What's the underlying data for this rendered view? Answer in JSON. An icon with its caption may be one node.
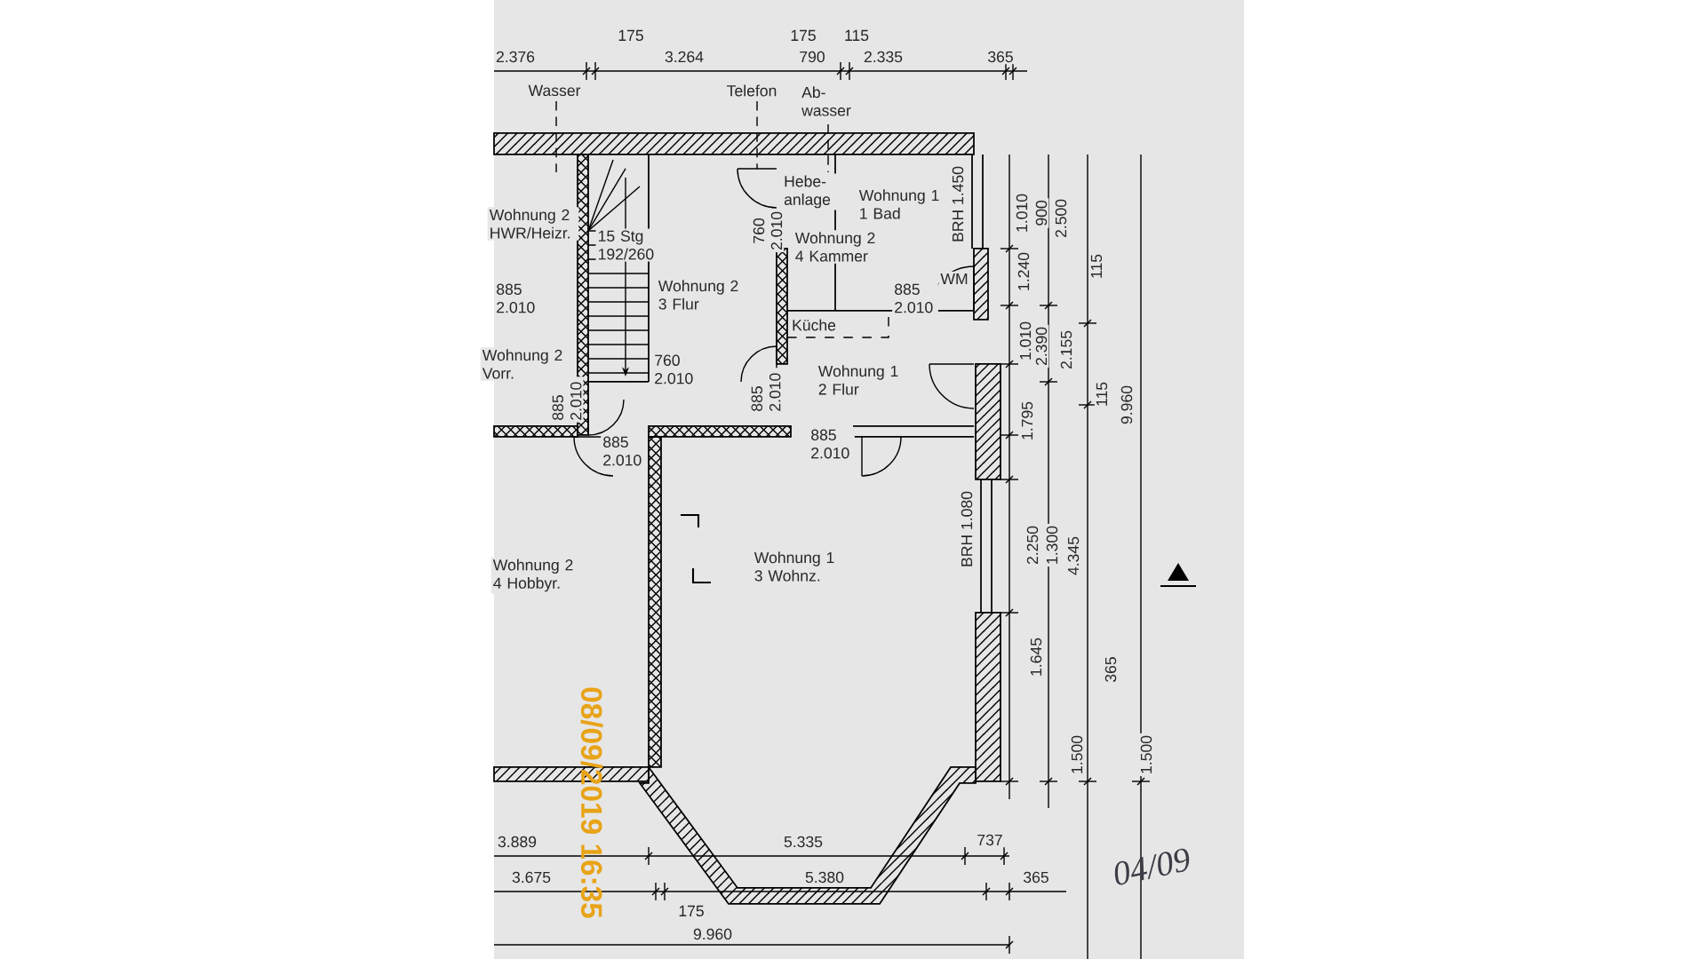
{
  "diagram": {
    "labels": [
      "2.376",
      "175",
      "3.264",
      "175",
      "790",
      "115",
      "2.335",
      "365",
      "Wasser",
      "Telefon",
      "Ab- wasser",
      "Hebe- anlage",
      "Wohnung 1 1 Bad",
      "BRH 1.450",
      "Wohnung 2 HWR/Heizr.",
      "15 Stg 192/260",
      "760",
      "2.010",
      "Wohnung 2 4 Kammer",
      "885 2.010",
      "Wohnung 2 3 Flur",
      "WM",
      "885 2.010",
      "Küche",
      "Wohnung 2 Vorr.",
      "760 2.010",
      "885 2.010",
      "885 2.010",
      "Wohnung 1 2 Flur",
      "885 2.010",
      "885 2.010",
      "Wohnung 2 4 Hobbyr.",
      "Wohnung 1 3 Wohnz.",
      "BRH 1.080",
      "1.010",
      "900",
      "2.500",
      "1.240",
      "115",
      "1.010",
      "2.390",
      "2.155",
      "1.795",
      "115",
      "9.960",
      "2.250",
      "1.300",
      "4.345",
      "1.645",
      "365",
      "1.500",
      "1.500",
      "3.889",
      "5.335",
      "737",
      "3.675",
      "5.380",
      "365",
      "175",
      "9.960",
      "08/09/2019 16:35",
      "04/09"
    ]
  }
}
